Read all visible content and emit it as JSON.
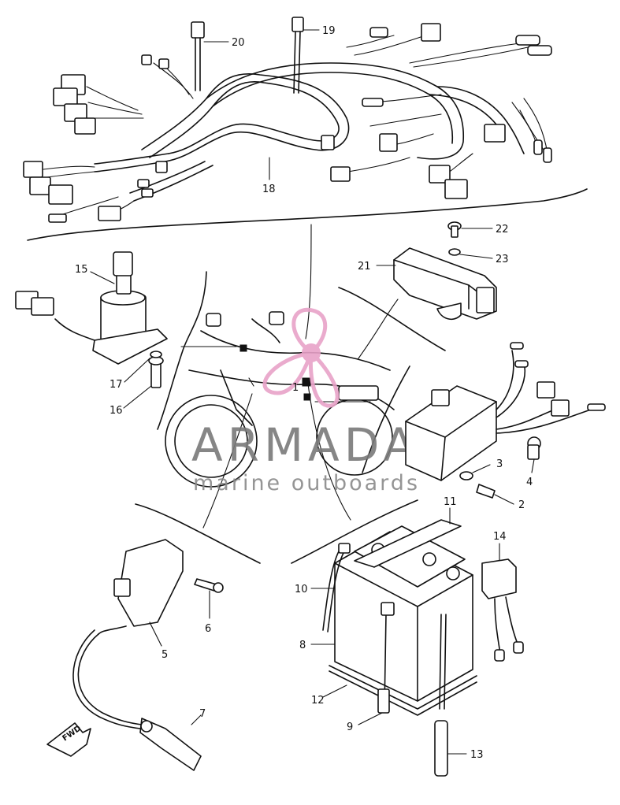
{
  "watermark": {
    "brand": "ARMADA",
    "tagline": "marine outboards",
    "logo_color": "#e8a2c8"
  },
  "direction_arrow": {
    "label": "FWD"
  },
  "callouts": {
    "c1": "1",
    "c2": "2",
    "c3": "3",
    "c4": "4",
    "c5": "5",
    "c6": "6",
    "c7": "7",
    "c8": "8",
    "c9": "9",
    "c10": "10",
    "c11": "11",
    "c12": "12",
    "c13": "13",
    "c14": "14",
    "c15": "15",
    "c16": "16",
    "c17": "17",
    "c18": "18",
    "c19": "19",
    "c20": "20",
    "c21": "21",
    "c22": "22",
    "c23": "23"
  }
}
